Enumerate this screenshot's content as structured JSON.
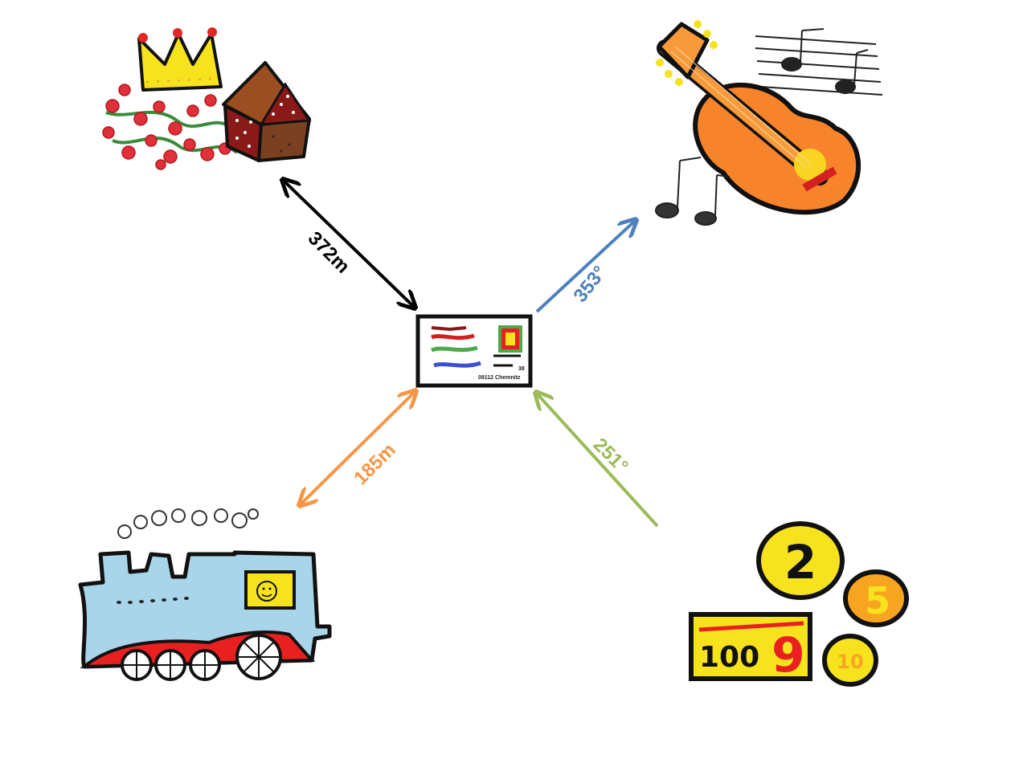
{
  "center": {
    "name": "postcard",
    "card_number": "38",
    "card_address": "09112 Chemnitz"
  },
  "connections": [
    {
      "id": "castle",
      "label": "372m",
      "color": "#000000"
    },
    {
      "id": "guitar",
      "label": "353°",
      "color": "#4f81bd"
    },
    {
      "id": "train",
      "label": "185m",
      "color": "#f79646"
    },
    {
      "id": "money",
      "label": "251°",
      "color": "#9bbb59"
    }
  ],
  "money": {
    "coin_a": "2",
    "coin_b": "5",
    "coin_c": "10",
    "banknote": "100",
    "banknote_digit": "9"
  },
  "colors": {
    "crown": "#f6e31e",
    "house_roof": "#9b4e22",
    "house_wall": "#8a1a1a",
    "roses": "#e0303a",
    "guitar": "#f7842a",
    "train": "#a9d5ea",
    "train_trim": "#e82020",
    "coin": "#f6e31e",
    "coin_orange": "#f7a521"
  }
}
